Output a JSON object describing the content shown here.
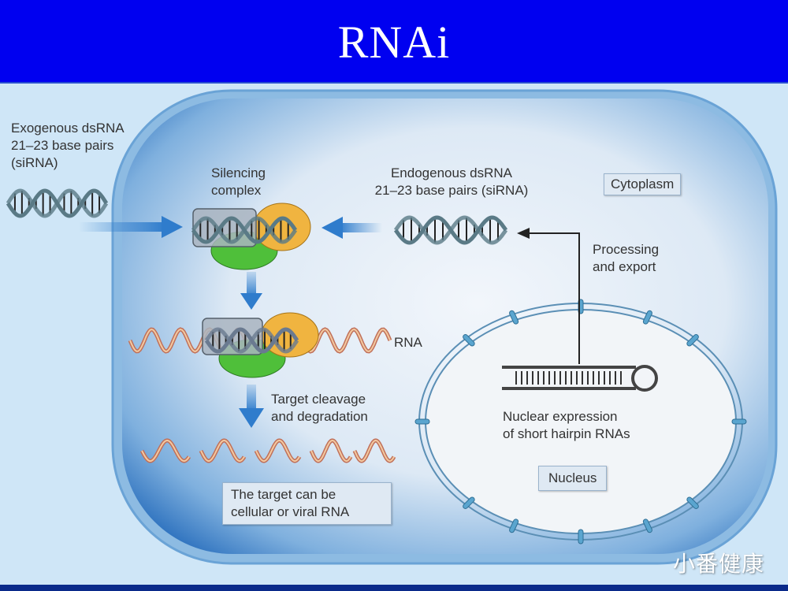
{
  "slide": {
    "title": "RNAi",
    "watermark": "小番健康"
  },
  "labels": {
    "exogenous": [
      "Exogenous dsRNA",
      "21–23 base pairs",
      "(siRNA)"
    ],
    "silencing_complex": [
      "Silencing",
      "complex"
    ],
    "endogenous": [
      "Endogenous dsRNA",
      "21–23 base pairs (siRNA)"
    ],
    "cytoplasm": "Cytoplasm",
    "processing": [
      "Processing",
      "and export"
    ],
    "rna": "RNA",
    "target_cleavage": [
      "Target cleavage",
      "and degradation"
    ],
    "target_note": [
      "The target can be",
      "cellular or viral RNA"
    ],
    "nuclear_expression": [
      "Nuclear expression",
      "of short hairpin RNAs"
    ],
    "nucleus": "Nucleus"
  },
  "colors": {
    "header": "#0000f0",
    "cell_edge": "#3a7fc4",
    "cell_inner": "#e6eff8",
    "arrow": "#3b86d0",
    "protein_green": "#4fbf3a",
    "protein_orange": "#f0b440",
    "protein_grey": "#a9b4c0",
    "rna_strand": "#c0705a"
  }
}
